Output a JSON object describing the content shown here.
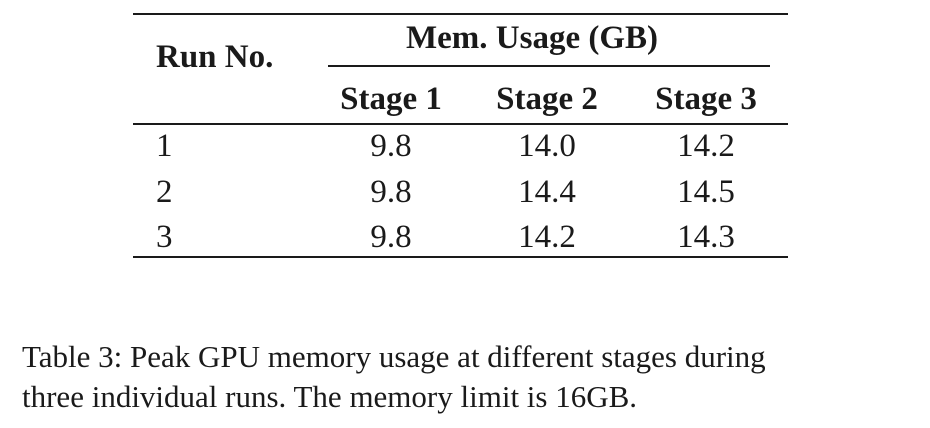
{
  "table": {
    "header": {
      "run_label": "Run No.",
      "group_label": "Mem. Usage (GB)",
      "stages": [
        "Stage 1",
        "Stage 2",
        "Stage 3"
      ]
    },
    "rows": [
      {
        "run": "1",
        "values": [
          "9.8",
          "14.0",
          "14.2"
        ]
      },
      {
        "run": "2",
        "values": [
          "9.8",
          "14.4",
          "14.5"
        ]
      },
      {
        "run": "3",
        "values": [
          "9.8",
          "14.2",
          "14.3"
        ]
      }
    ]
  },
  "caption": {
    "line1": "Table 3: Peak GPU memory usage at different stages during",
    "line2": "three individual runs. The memory limit is 16GB."
  }
}
